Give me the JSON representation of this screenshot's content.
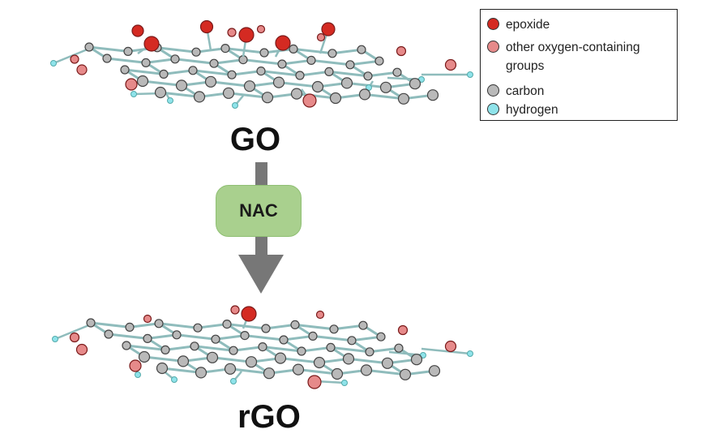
{
  "labels": {
    "go": "GO",
    "rgo": "rGO",
    "reagent": "NAC"
  },
  "legend": [
    {
      "label": "epoxide",
      "color": "#d42a22"
    },
    {
      "label": "other oxygen-containing groups",
      "color": "#e68a8a"
    },
    {
      "label": "carbon",
      "color": "#b9b9b9"
    },
    {
      "label": "hydrogen",
      "color": "#8fe3ea"
    }
  ],
  "colors": {
    "arrow": "#777777",
    "bond": "#8fbcbc",
    "reagent_box": "#a9d08e"
  }
}
